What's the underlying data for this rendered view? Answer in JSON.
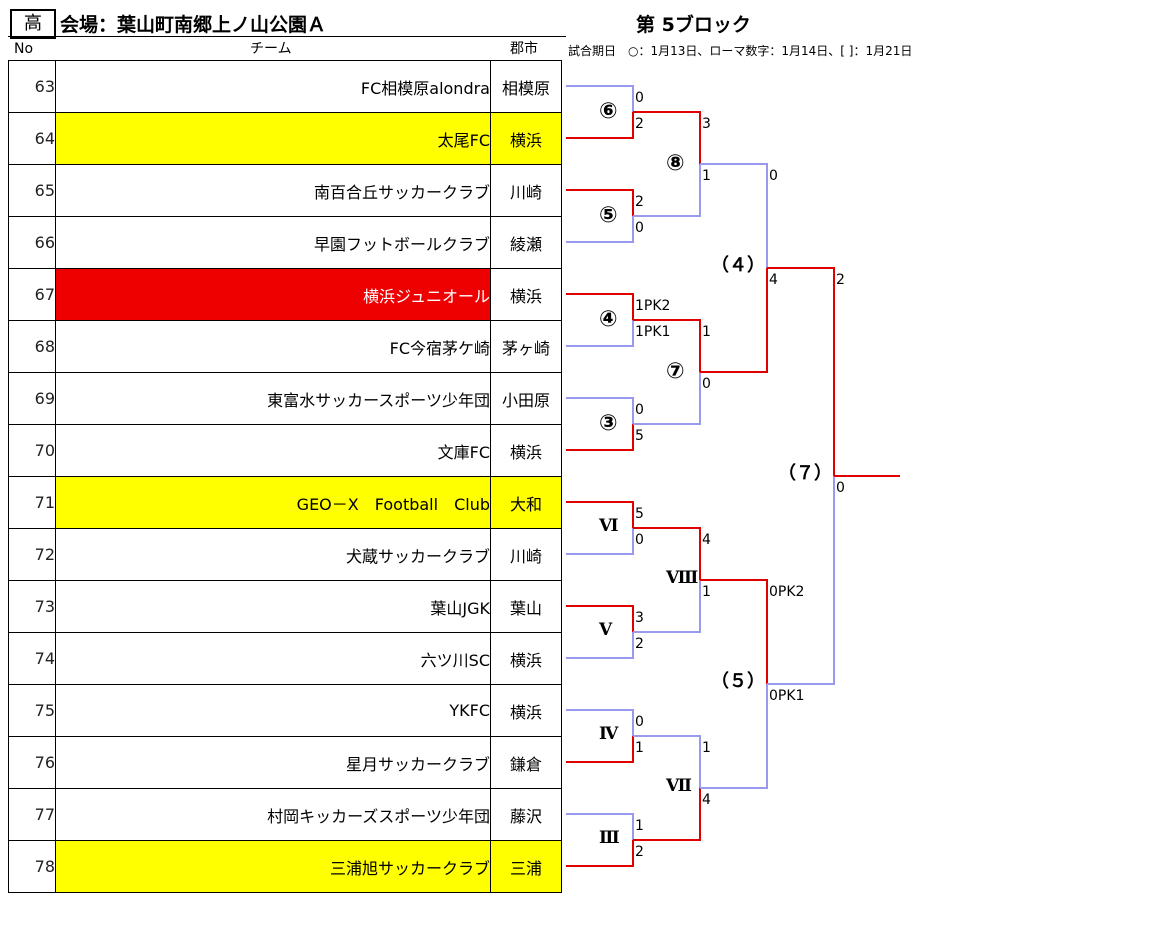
{
  "header": {
    "grade": "高",
    "venue": "会場：葉山町南郷上ノ山公園Ａ",
    "block": "第 5ブロック",
    "col_no": "No",
    "col_team": "チーム",
    "col_city": "郡市",
    "note": "試合期日　○：1月13日、ローマ数字：1月14日、[ ]：1月21日"
  },
  "colors": {
    "winner_line": "#e00000",
    "loser_line": "#9999ee",
    "highlight_yellow": "#ffff00",
    "highlight_red": "#ee0000"
  },
  "teams": [
    {
      "no": "63",
      "name": "FC相模原alondra",
      "city": "相模原",
      "hl": ""
    },
    {
      "no": "64",
      "name": "太尾FC",
      "city": "横浜",
      "hl": "yellow"
    },
    {
      "no": "65",
      "name": "南百合丘サッカークラブ",
      "city": "川崎",
      "hl": ""
    },
    {
      "no": "66",
      "name": "早園フットボールクラブ",
      "city": "綾瀬",
      "hl": ""
    },
    {
      "no": "67",
      "name": "横浜ジュニオール",
      "city": "横浜",
      "hl": "red"
    },
    {
      "no": "68",
      "name": "FC今宿茅ケ崎",
      "city": "茅ヶ崎",
      "hl": ""
    },
    {
      "no": "69",
      "name": "東富水サッカースポーツ少年団",
      "city": "小田原",
      "hl": ""
    },
    {
      "no": "70",
      "name": "文庫FC",
      "city": "横浜",
      "hl": ""
    },
    {
      "no": "71",
      "name": "GEO－X　Football　Club",
      "city": "大和",
      "hl": "yellow"
    },
    {
      "no": "72",
      "name": "犬蔵サッカークラブ",
      "city": "川崎",
      "hl": ""
    },
    {
      "no": "73",
      "name": "葉山JGK",
      "city": "葉山",
      "hl": ""
    },
    {
      "no": "74",
      "name": "六ツ川SC",
      "city": "横浜",
      "hl": ""
    },
    {
      "no": "75",
      "name": "YKFC",
      "city": "横浜",
      "hl": ""
    },
    {
      "no": "76",
      "name": "星月サッカークラブ",
      "city": "鎌倉",
      "hl": ""
    },
    {
      "no": "77",
      "name": "村岡キッカーズスポーツ少年団",
      "city": "藤沢",
      "hl": ""
    },
    {
      "no": "78",
      "name": "三浦旭サッカークラブ",
      "city": "三浦",
      "hl": "yellow"
    }
  ],
  "matches": {
    "r1": [
      {
        "mark": "⑥",
        "top": "0",
        "bot": "2"
      },
      {
        "mark": "⑤",
        "top": "2",
        "bot": "0"
      },
      {
        "mark": "④",
        "top": "1PK2",
        "bot": "1PK1"
      },
      {
        "mark": "③",
        "top": "0",
        "bot": "5"
      },
      {
        "mark": "Ⅵ",
        "top": "5",
        "bot": "0"
      },
      {
        "mark": "Ⅴ",
        "top": "3",
        "bot": "2"
      },
      {
        "mark": "Ⅳ",
        "top": "0",
        "bot": "1"
      },
      {
        "mark": "Ⅲ",
        "top": "1",
        "bot": "2"
      }
    ],
    "r2": [
      {
        "mark": "⑧",
        "top": "3",
        "bot": "1"
      },
      {
        "mark": "⑦",
        "top": "1",
        "bot": "0"
      },
      {
        "mark": "Ⅷ",
        "top": "4",
        "bot": "1"
      },
      {
        "mark": "Ⅶ",
        "top": "1",
        "bot": "4"
      }
    ],
    "r3": [
      {
        "mark": "（４）",
        "top": "0",
        "bot": "4"
      },
      {
        "mark": "（５）",
        "top": "0PK2",
        "bot": "0PK1"
      }
    ],
    "final": {
      "mark": "（７）",
      "top": "2",
      "bot": "0"
    }
  }
}
